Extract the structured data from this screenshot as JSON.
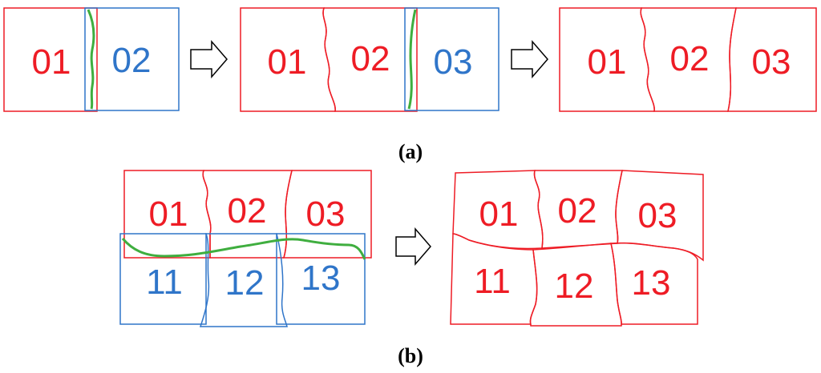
{
  "colors": {
    "placed": "#ee1c25",
    "incoming": "#2f75c9",
    "seam": "#3fae3f",
    "arrow_stroke": "#000000",
    "arrow_fill": "#ffffff"
  },
  "icons": {
    "step_arrow": "right-arrow-icon"
  },
  "panel_a": {
    "caption": "(a)",
    "step1": {
      "placed_label": "01",
      "incoming_label": "02"
    },
    "step2": {
      "placed_labels": [
        "01",
        "02"
      ],
      "incoming_label": "03"
    },
    "result": {
      "labels": [
        "01",
        "02",
        "03"
      ]
    }
  },
  "panel_b": {
    "caption": "(b)",
    "before": {
      "top_labels": [
        "01",
        "02",
        "03"
      ],
      "bottom_labels": [
        "11",
        "12",
        "13"
      ]
    },
    "after": {
      "top_labels": [
        "01",
        "02",
        "03"
      ],
      "bottom_labels": [
        "11",
        "12",
        "13"
      ]
    }
  }
}
